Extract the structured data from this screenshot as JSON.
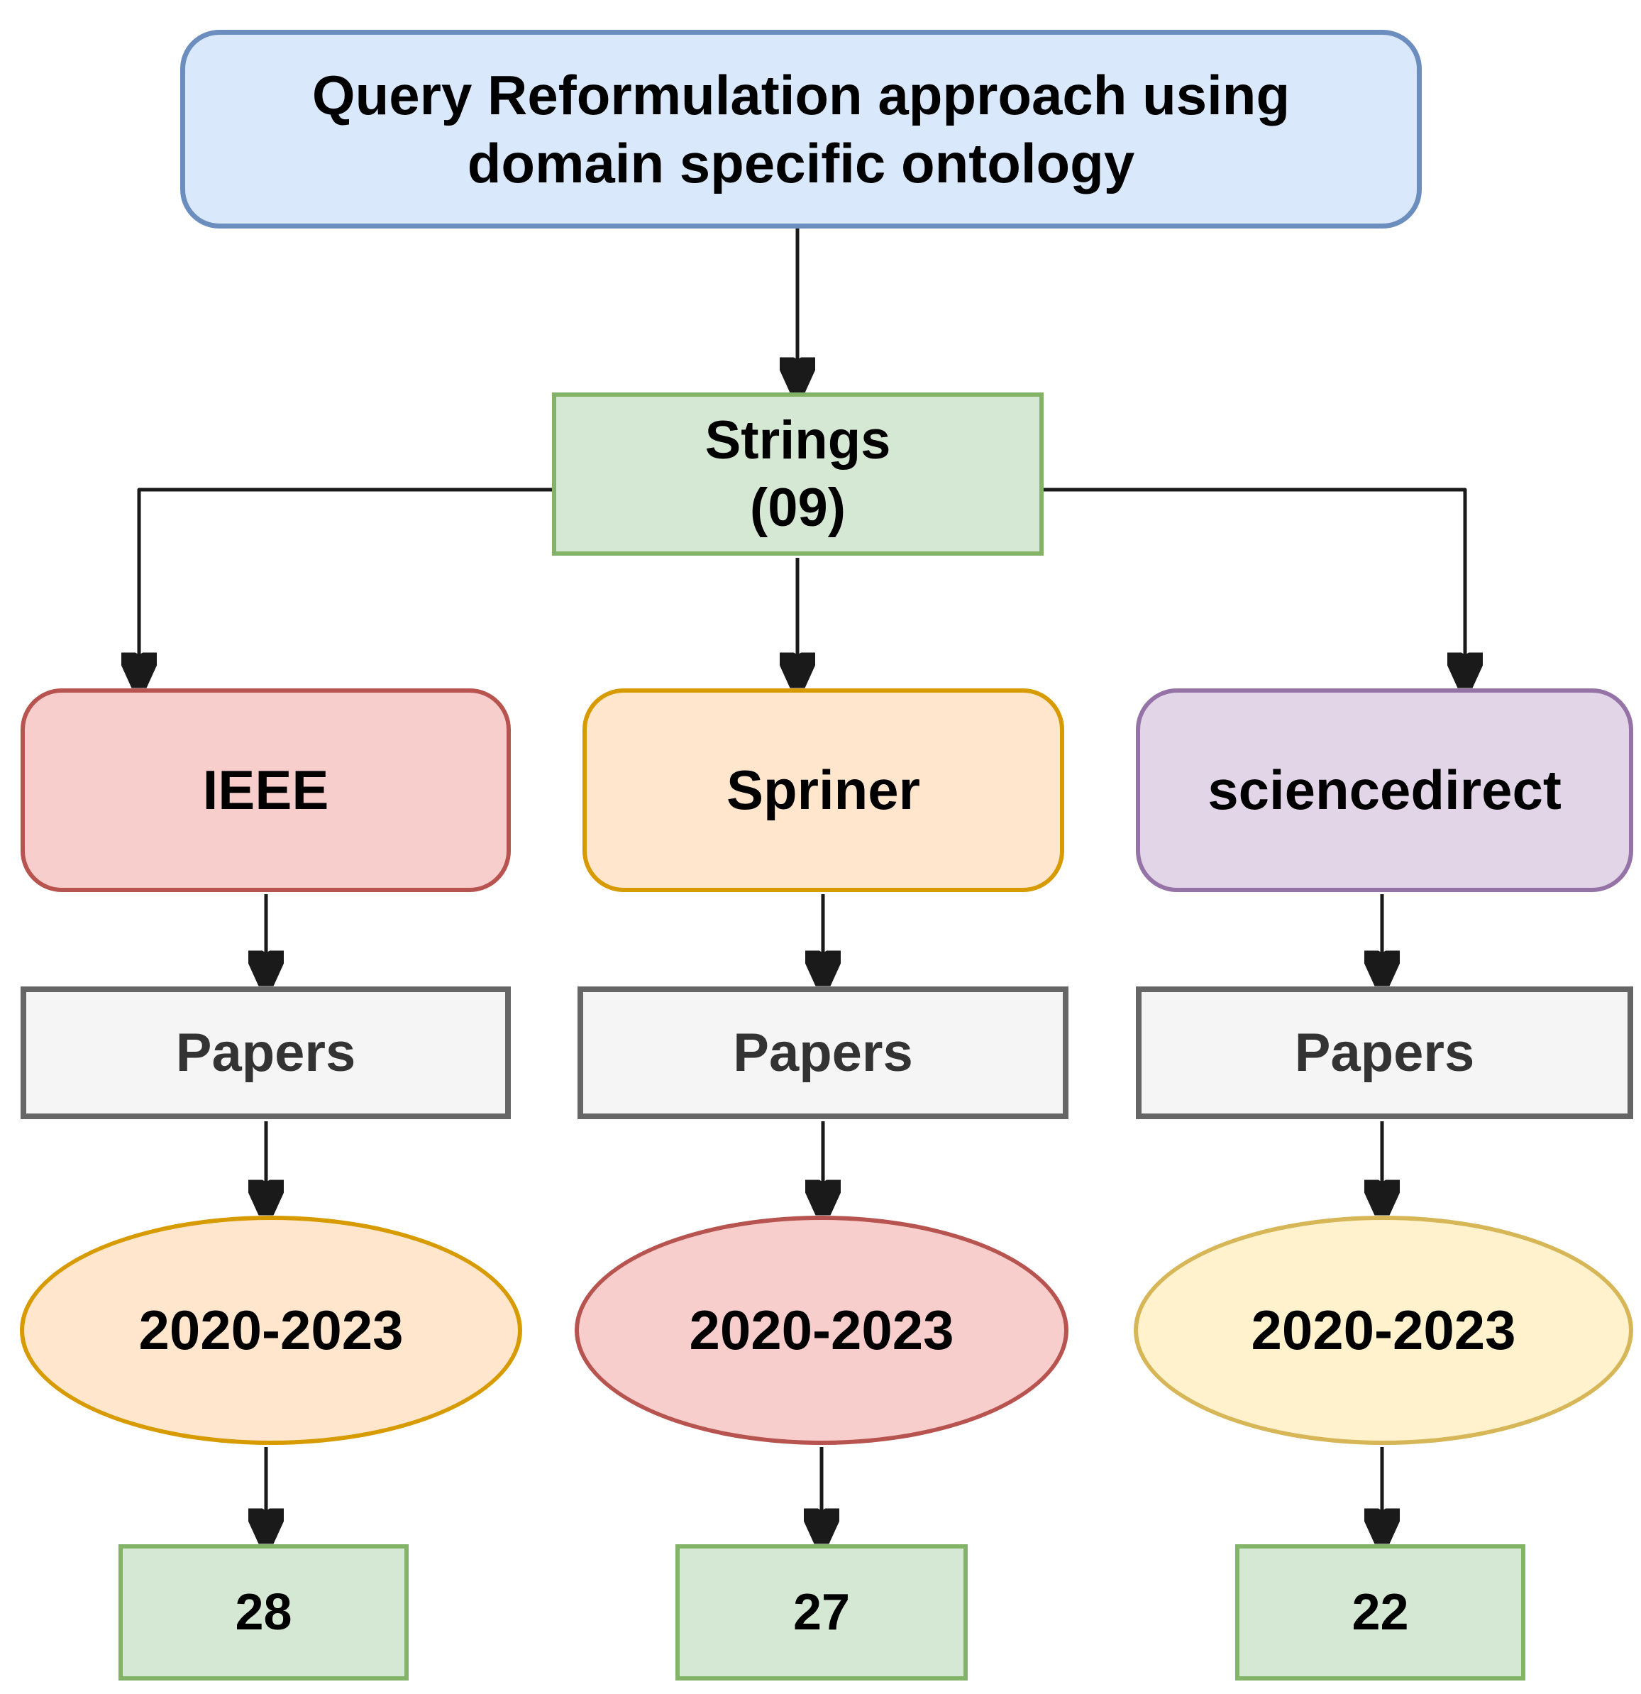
{
  "title": {
    "line1": "Query Reformulation approach using",
    "line2": "domain specific ontology"
  },
  "strings": {
    "line1": "Strings",
    "line2": "(09)"
  },
  "branches": [
    {
      "source": "IEEE",
      "papers_label": "Papers",
      "years": "2020-2023",
      "count": "28"
    },
    {
      "source": "Spriner",
      "papers_label": "Papers",
      "years": "2020-2023",
      "count": "27"
    },
    {
      "source": "sciencedirect",
      "papers_label": "Papers",
      "years": "2020-2023",
      "count": "22"
    }
  ],
  "colors": {
    "title_fill": "#dae8fc",
    "title_border": "#6c8ebf",
    "strings_fill": "#d5e8d4",
    "strings_border": "#82b366",
    "ieee_fill": "#f8cecc",
    "ieee_border": "#b85450",
    "spriner_fill": "#ffe6cc",
    "spriner_border": "#d79b00",
    "sciencedirect_fill": "#e1d5e7",
    "sciencedirect_border": "#9673a6",
    "papers_fill": "#f5f5f5",
    "papers_border": "#666666",
    "years_ieee_fill": "#ffe6cc",
    "years_ieee_border": "#d79b00",
    "years_spriner_fill": "#f8cecc",
    "years_spriner_border": "#b85450",
    "years_sciencedirect_fill": "#fff2cc",
    "years_sciencedirect_border": "#d6b656",
    "count_fill": "#d5e8d4",
    "count_border": "#82b366",
    "connector": "#1a1a1a",
    "arrowhead": "#000000"
  }
}
